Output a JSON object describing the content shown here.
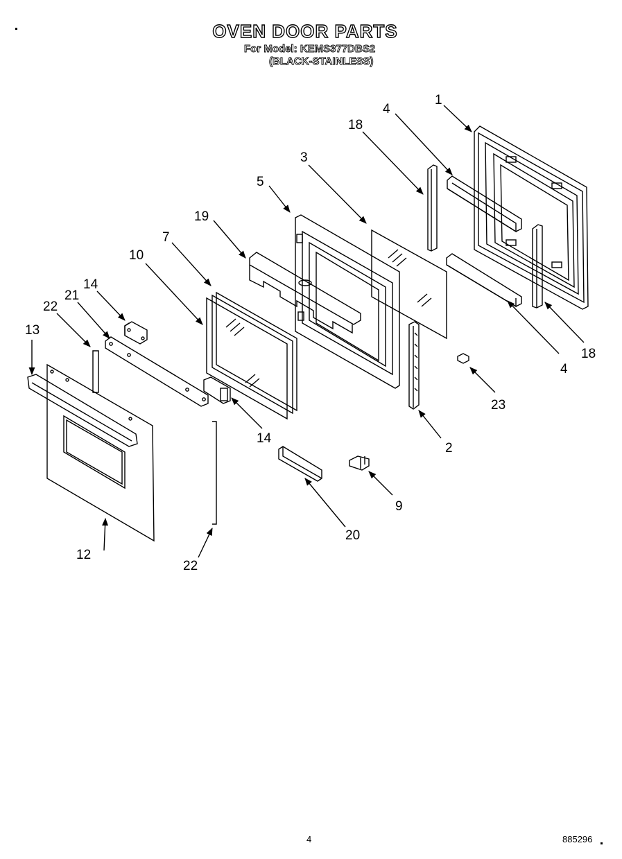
{
  "header": {
    "title": "OVEN DOOR PARTS",
    "model_line": "For Model: KEMS377DBS2",
    "finish_line": "(BLACK-STAINLESS)"
  },
  "callouts": {
    "c1": "1",
    "c2": "2",
    "c3": "3",
    "c4a": "4",
    "c4b": "4",
    "c5": "5",
    "c7": "7",
    "c9": "9",
    "c10": "10",
    "c12": "12",
    "c13": "13",
    "c14a": "14",
    "c14b": "14",
    "c18a": "18",
    "c18b": "18",
    "c19": "19",
    "c20": "20",
    "c21": "21",
    "c22a": "22",
    "c22b": "22",
    "c23": "23"
  },
  "footer": {
    "page_number": "4",
    "document_number": "885296"
  }
}
